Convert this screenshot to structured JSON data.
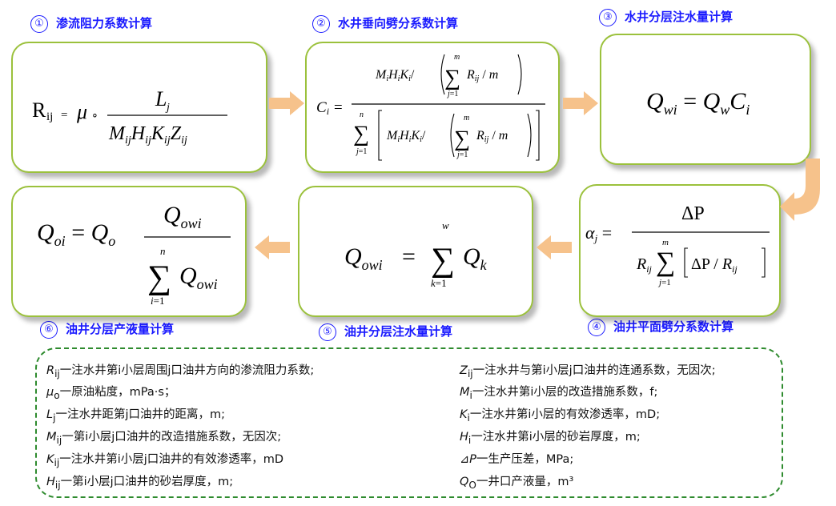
{
  "steps": [
    {
      "num": "①",
      "title": "渗流阻力系数计算"
    },
    {
      "num": "②",
      "title": "水井垂向劈分系数计算"
    },
    {
      "num": "③",
      "title": "水井分层注水量计算"
    },
    {
      "num": "④",
      "title": "油井平面劈分系数计算"
    },
    {
      "num": "⑤",
      "title": "油井分层注水量计算"
    },
    {
      "num": "⑥",
      "title": "油井分层产液量计算"
    }
  ],
  "legend": {
    "left": [
      {
        "sym": "R",
        "sub": "ij",
        "text": "一注水井第i小层周围j口油井方向的渗流阻力系数;"
      },
      {
        "sym": "μ",
        "sub": "o",
        "text": "一原油粘度，mPa·s；"
      },
      {
        "sym": "L",
        "sub": "j",
        "text": "一注水井距第j口油井的距离，m;"
      },
      {
        "sym": "M",
        "sub": "ij",
        "text": "一第i小层j口油井的改造措施系数，无因次;"
      },
      {
        "sym": "K",
        "sub": "ij",
        "text": "一注水井第i小层j口油井的有效渗透率，mD"
      },
      {
        "sym": "H",
        "sub": "ij",
        "text": "一第i小层j口油井的砂岩厚度，m;"
      }
    ],
    "right": [
      {
        "sym": "Z",
        "sub": "ij",
        "text": "一注水井与第i小层j口油井的连通系数，无因次;"
      },
      {
        "sym": "M",
        "sub": "i",
        "text": "一注水井第i小层的改造措施系数，f;"
      },
      {
        "sym": "K",
        "sub": "i",
        "text": "一注水井第i小层的有效渗透率，mD;"
      },
      {
        "sym": "H",
        "sub": "i",
        "text": "一注水井第i小层的砂岩厚度，m;"
      },
      {
        "sym": "⊿P",
        "sub": "",
        "text": "一生产压差，MPa;"
      },
      {
        "sym": "Q",
        "sub": "O",
        "text": "一井口产液量，m³"
      }
    ]
  },
  "colors": {
    "box_border": "#9bc13c",
    "arrow": "#f6c28b",
    "title": "#1a1aff",
    "legend_border": "#2e8b2e"
  }
}
